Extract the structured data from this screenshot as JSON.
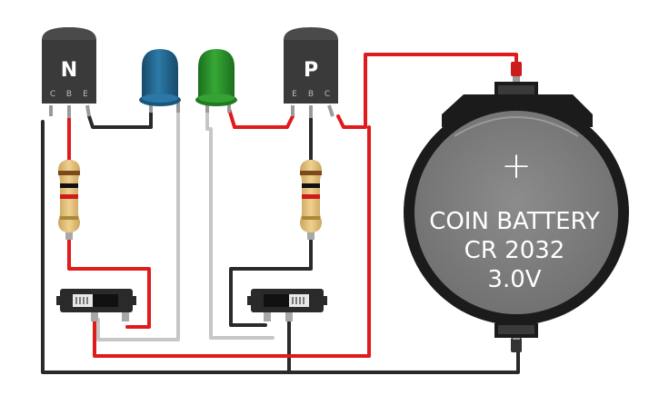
{
  "transistors": {
    "npn": {
      "letter": "N",
      "pins": [
        "C",
        "B",
        "E"
      ]
    },
    "pnp": {
      "letter": "P",
      "pins": [
        "E",
        "B",
        "C"
      ]
    }
  },
  "leds": {
    "blue": {
      "color": "#1f5f86"
    },
    "green": {
      "color": "#2a8e2a"
    }
  },
  "battery": {
    "line1": "COIN BATTERY",
    "line2": "CR 2032",
    "line3": "3.0V",
    "plus_symbol": "+",
    "body_color": "#1b1b1b",
    "face_color": "#7a7a7a"
  },
  "wires": {
    "red": "#e01b1b",
    "black": "#222222",
    "gray": "#c8c8c8"
  }
}
